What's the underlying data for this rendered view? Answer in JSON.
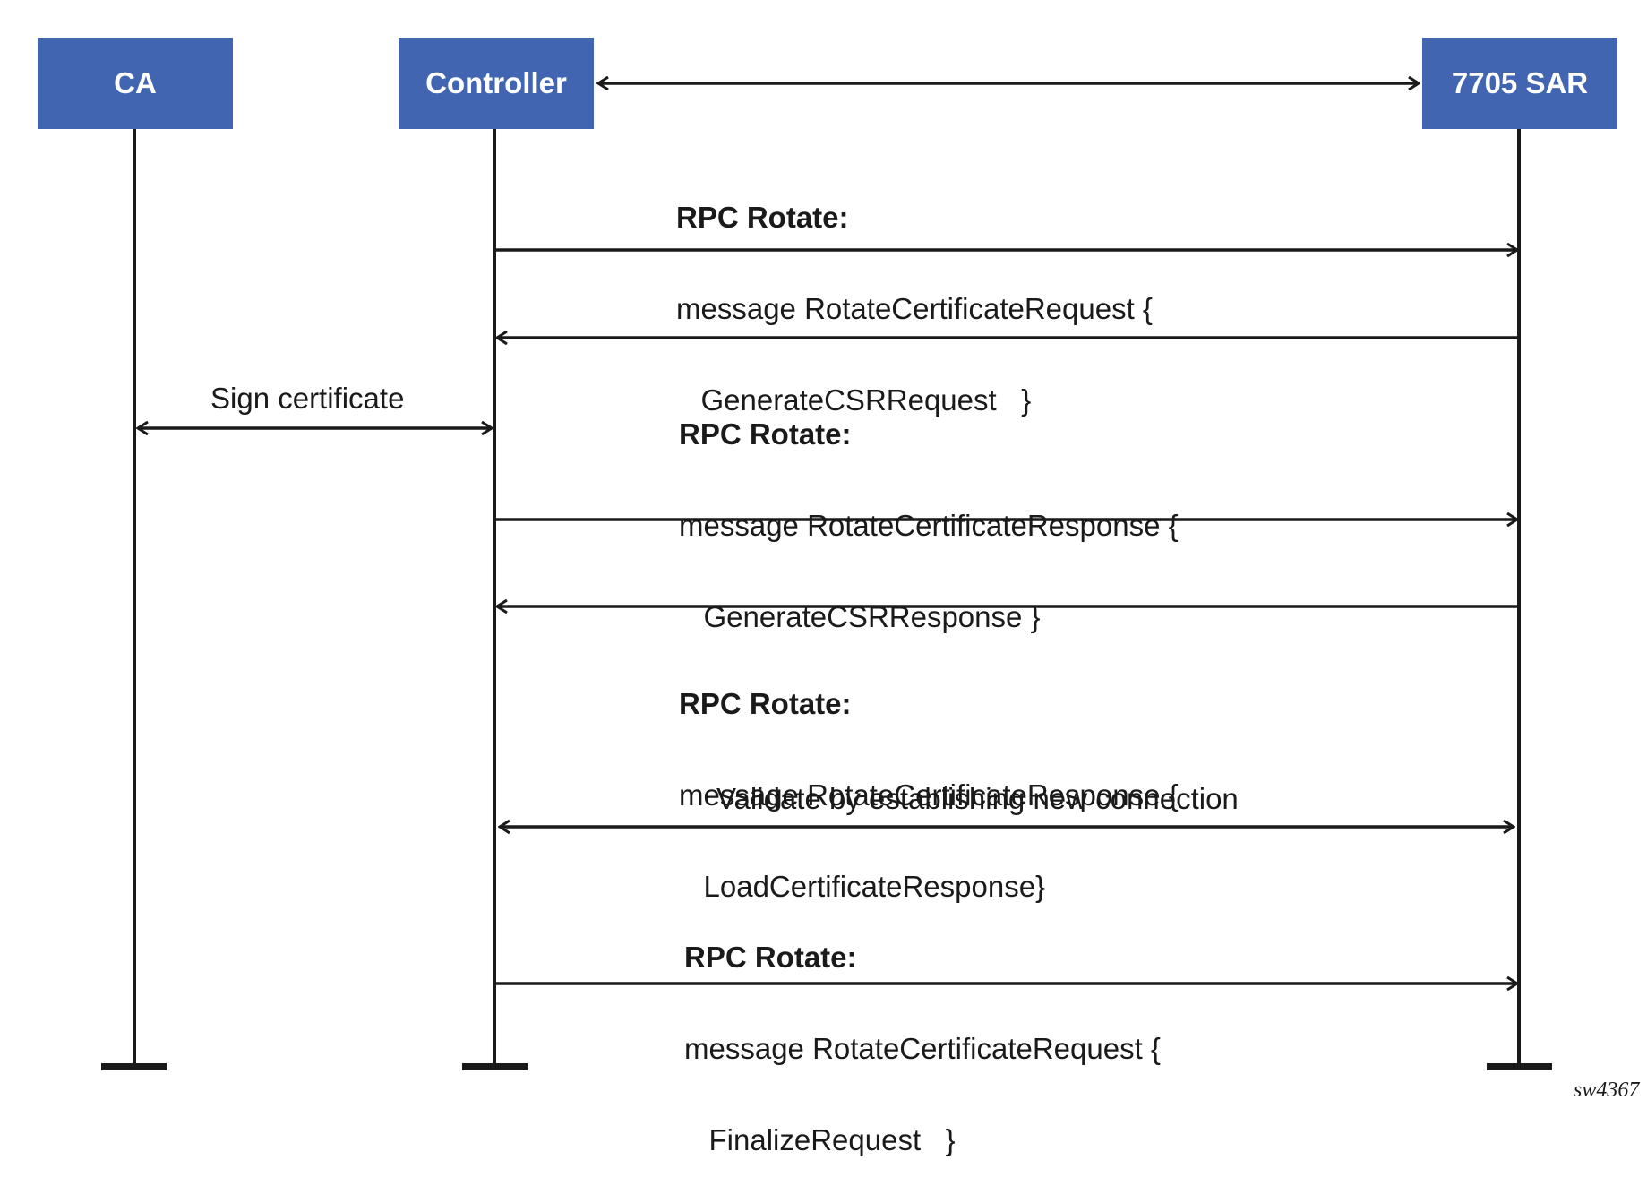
{
  "participants": {
    "ca": "CA",
    "controller": "Controller",
    "sar": "7705 SAR"
  },
  "messages": {
    "m1": {
      "title": "RPC Rotate:",
      "line1": "message RotateCertificateRequest {",
      "line2": "   GenerateCSRRequest   }"
    },
    "m2": {
      "title": "RPC Rotate:",
      "line1": "message RotateCertificateResponse {",
      "line2": "   GenerateCSRResponse }"
    },
    "sign": "Sign certificate",
    "m3": {
      "title": "RPC Rotate:",
      "line1": "message RotateCertificateResponse {",
      "line2": "   LoadCertificateResponse}"
    },
    "validate": "Validate by establishing new connection",
    "m4": {
      "title": "RPC Rotate:",
      "line1": "message RotateCertificateRequest {",
      "line2": "   FinalizeRequest   }"
    }
  },
  "figure_id": "sw4367",
  "colors": {
    "box": "#4165b0",
    "line": "#1a1a1a"
  }
}
